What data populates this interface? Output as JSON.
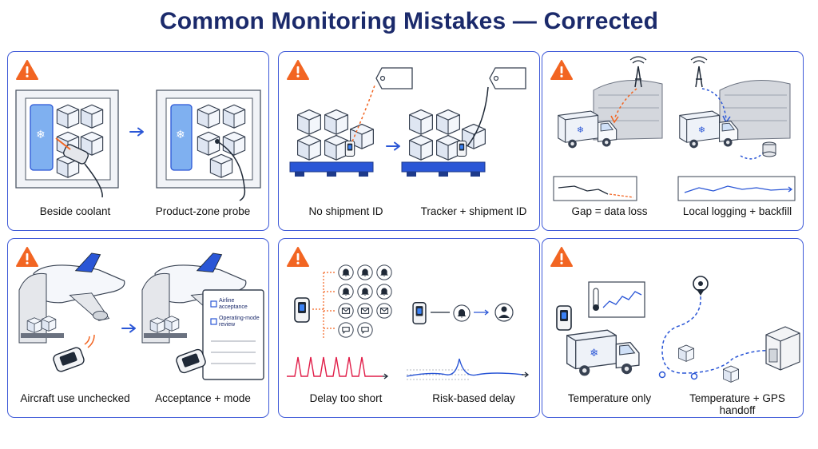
{
  "title": "Common Monitoring Mistakes — Corrected",
  "colors": {
    "border": "#3f5ad8",
    "title": "#1b2a6b",
    "warning": "#f26522",
    "accent": "#2a56d6"
  },
  "panels": [
    {
      "icon": "warning-icon",
      "left_caption": "Beside coolant",
      "right_caption": "Product-zone probe"
    },
    {
      "icon": "warning-icon",
      "left_caption": "No shipment ID",
      "right_caption": "Tracker + shipment ID"
    },
    {
      "icon": "warning-icon",
      "left_caption": "Gap = data loss",
      "right_caption": "Local logging + backfill"
    },
    {
      "icon": "warning-icon",
      "left_caption": "Aircraft use unchecked",
      "right_caption": "Acceptance + mode",
      "checklist": [
        "Airline acceptance",
        "Operating-mode review"
      ]
    },
    {
      "icon": "warning-icon",
      "left_caption": "Delay too short",
      "right_caption": "Risk-based delay"
    },
    {
      "icon": "warning-icon",
      "left_caption": "Temperature only",
      "right_caption": "Temperature + GPS handoff"
    }
  ]
}
